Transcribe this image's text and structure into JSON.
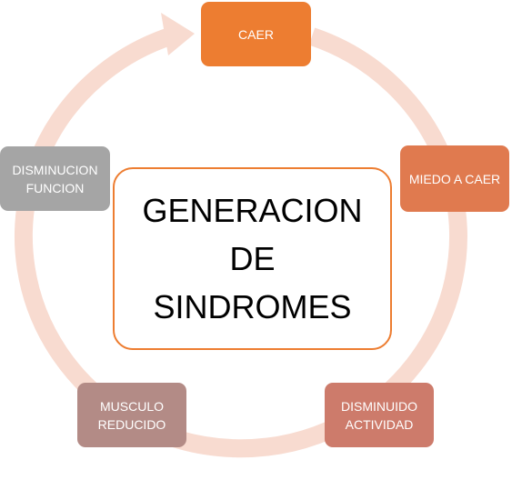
{
  "cycle": {
    "ring_color": "#f8dbd0",
    "nodes": [
      {
        "label_lines": [
          "CAER"
        ],
        "color": "#ed7d31"
      },
      {
        "label_lines": [
          "MIEDO A CAER"
        ],
        "color": "#e07a4f"
      },
      {
        "label_lines": [
          "DISMINUIDO",
          "ACTIVIDAD"
        ],
        "color": "#cd7b6b"
      },
      {
        "label_lines": [
          "MUSCULO",
          "REDUCIDO"
        ],
        "color": "#b38b86"
      },
      {
        "label_lines": [
          "DISMINUCION",
          "FUNCION"
        ],
        "color": "#a5a5a5"
      }
    ]
  },
  "center": {
    "lines": [
      "GENERACION",
      "DE",
      "SINDROMES"
    ],
    "border_color": "#ed7d31"
  }
}
